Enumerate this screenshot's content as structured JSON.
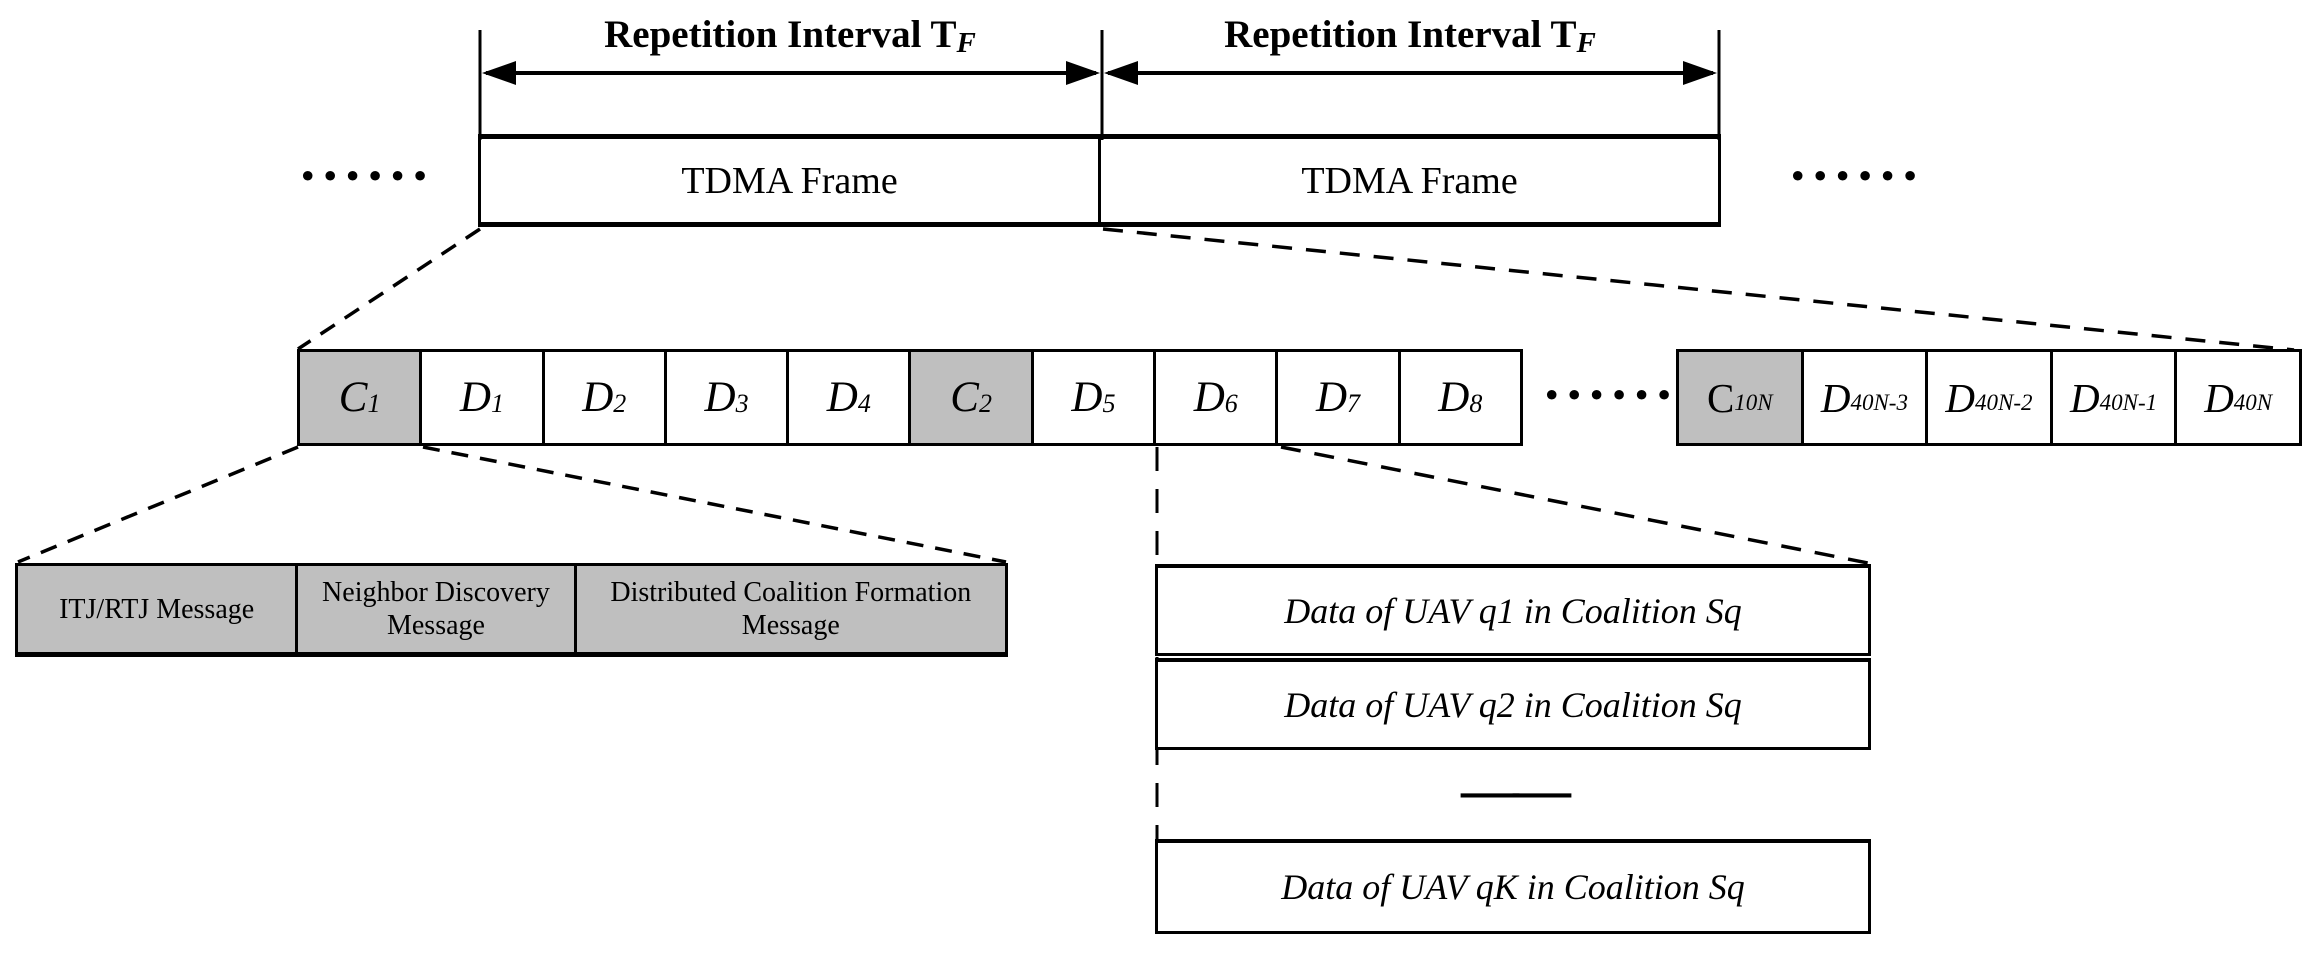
{
  "figure": {
    "description": "TDMA frame structure diagram"
  },
  "colors": {
    "background": "#ffffff",
    "line_black": "#000000",
    "slot_fill_gray": "#bfbfbf"
  },
  "top_section": {
    "interval_labels": [
      {
        "text": "Repetition Interval T",
        "subscript": "F"
      },
      {
        "text": "Repetition Interval T",
        "subscript": "F"
      }
    ],
    "tdma_frames": [
      {
        "label": "TDMA Frame"
      },
      {
        "label": "TDMA Frame"
      }
    ],
    "left_ellipsis": "••••••",
    "right_ellipsis": "••••••"
  },
  "slot_row": {
    "left_group": [
      {
        "letter": "C",
        "subscript": "1",
        "shaded": true
      },
      {
        "letter": "D",
        "subscript": "1",
        "shaded": false
      },
      {
        "letter": "D",
        "subscript": "2",
        "shaded": false
      },
      {
        "letter": "D",
        "subscript": "3",
        "shaded": false
      },
      {
        "letter": "D",
        "subscript": "4",
        "shaded": false
      },
      {
        "letter": "C",
        "subscript": "2",
        "shaded": true
      },
      {
        "letter": "D",
        "subscript": "5",
        "shaded": false
      },
      {
        "letter": "D",
        "subscript": "6",
        "shaded": false
      },
      {
        "letter": "D",
        "subscript": "7",
        "shaded": false
      },
      {
        "letter": "D",
        "subscript": "8",
        "shaded": false
      }
    ],
    "ellipsis": "••••••",
    "right_group": [
      {
        "letter": "C",
        "subscript": "10N",
        "shaded": true
      },
      {
        "letter": "D",
        "subscript": "40N-3",
        "shaded": false
      },
      {
        "letter": "D",
        "subscript": "40N-2",
        "shaded": false
      },
      {
        "letter": "D",
        "subscript": "40N-1",
        "shaded": false
      },
      {
        "letter": "D",
        "subscript": "40N",
        "shaded": false
      }
    ]
  },
  "control_slot_detail": {
    "cells": [
      {
        "label": "ITJ/RTJ Message"
      },
      {
        "label": "Neighbor Discovery Message"
      },
      {
        "label": "Distributed Coalition Formation Message"
      }
    ]
  },
  "data_slot_detail": {
    "rows": [
      {
        "label": "Data of UAV q1 in Coalition Sq"
      },
      {
        "label": "Data of UAV q2 in Coalition Sq"
      },
      {
        "label": "Data of UAV qK in Coalition Sq"
      }
    ],
    "gap_mark": "——"
  }
}
